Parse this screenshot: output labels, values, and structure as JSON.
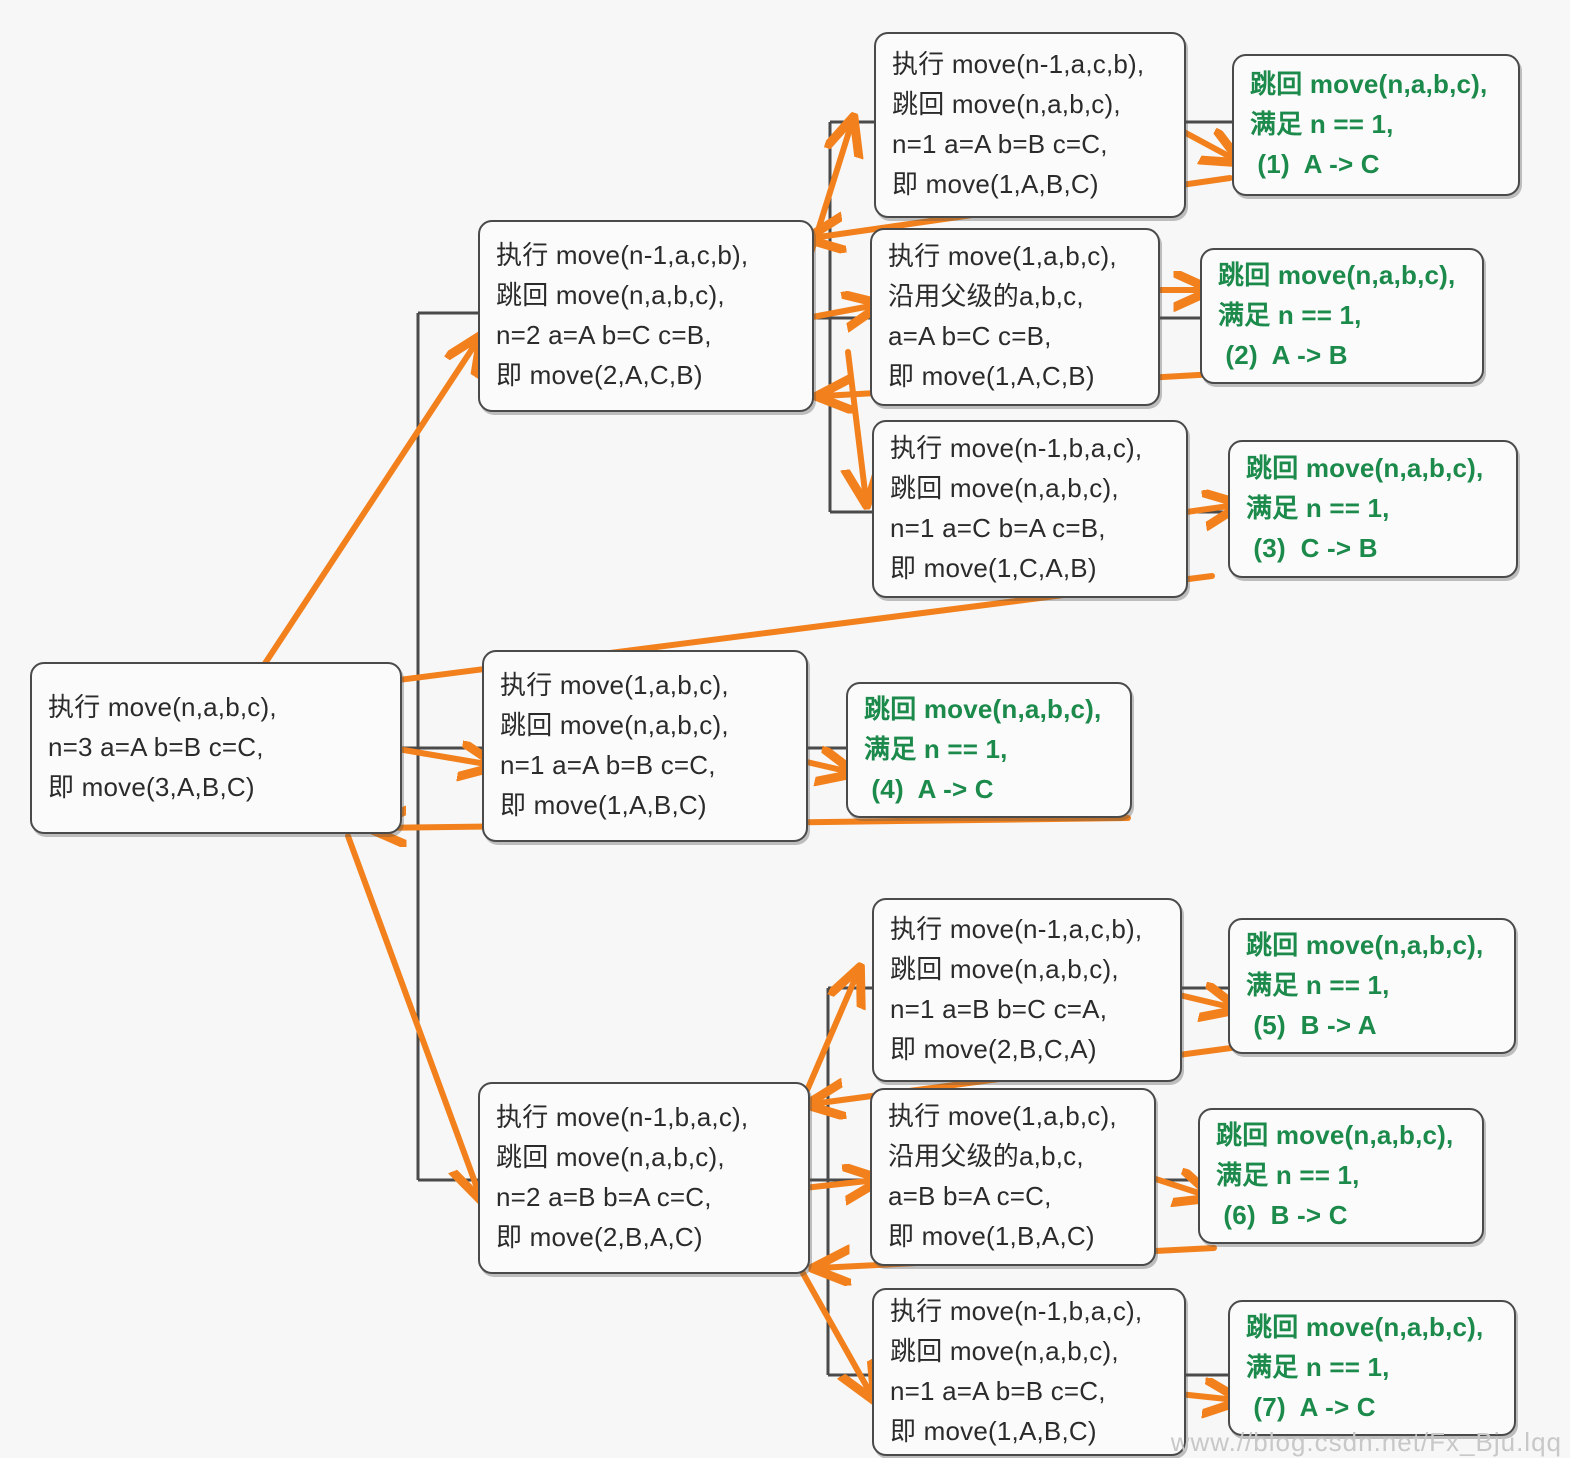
{
  "diagram": {
    "title": "Tower of Hanoi recursion trace (move(3,A,B,C))",
    "colors": {
      "box_border": "#4a4a4a",
      "box_fill": "#fbfbfb",
      "exec_text": "#2b2b2b",
      "return_text": "#1b8a4b",
      "arrow": "#f2811d",
      "connector": "#4a4a4a",
      "background": "#f7f7f7"
    },
    "watermark": "www.//blog.csdn.net/Fx_Bju.lqq"
  },
  "nodes": {
    "root": {
      "id": "root",
      "kind": "exec",
      "lines": [
        "执行 move(n,a,b,c),",
        "n=3 a=A b=B c=C,",
        "即 move(3,A,B,C)"
      ]
    },
    "l2_top": {
      "id": "l2-top",
      "kind": "exec",
      "lines": [
        "执行 move(n-1,a,c,b),",
        "跳回 move(n,a,b,c),",
        "n=2 a=A b=C c=B,",
        "即 move(2,A,C,B)"
      ]
    },
    "l2_mid": {
      "id": "l2-mid",
      "kind": "exec",
      "lines": [
        "执行 move(1,a,b,c),",
        "跳回 move(n,a,b,c),",
        "n=1 a=A b=B c=C,",
        "即 move(1,A,B,C)"
      ]
    },
    "l2_bottom": {
      "id": "l2-bottom",
      "kind": "exec",
      "lines": [
        "执行 move(n-1,b,a,c),",
        "跳回 move(n,a,b,c),",
        "n=2 a=B b=A c=C,",
        "即 move(2,B,A,C)"
      ]
    },
    "l3_1": {
      "id": "l3-1",
      "kind": "exec",
      "lines": [
        "执行 move(n-1,a,c,b),",
        "跳回 move(n,a,b,c),",
        "n=1 a=A b=B c=C,",
        "即 move(1,A,B,C)"
      ]
    },
    "l3_2": {
      "id": "l3-2",
      "kind": "exec",
      "lines": [
        "执行 move(1,a,b,c),",
        "沿用父级的a,b,c,",
        "a=A b=C c=B,",
        "即 move(1,A,C,B)"
      ]
    },
    "l3_3": {
      "id": "l3-3",
      "kind": "exec",
      "lines": [
        "执行 move(n-1,b,a,c),",
        "跳回 move(n,a,b,c),",
        "n=1 a=C b=A c=B,",
        "即 move(1,C,A,B)"
      ]
    },
    "l3_5": {
      "id": "l3-5",
      "kind": "exec",
      "lines": [
        "执行 move(n-1,a,c,b),",
        "跳回 move(n,a,b,c),",
        "n=1 a=B b=C c=A,",
        "即 move(2,B,C,A)"
      ]
    },
    "l3_6": {
      "id": "l3-6",
      "kind": "exec",
      "lines": [
        "执行 move(1,a,b,c),",
        "沿用父级的a,b,c,",
        "a=B b=A c=C,",
        "即 move(1,B,A,C)"
      ]
    },
    "l3_7": {
      "id": "l3-7",
      "kind": "exec",
      "lines": [
        "执行 move(n-1,b,a,c),",
        "跳回 move(n,a,b,c),",
        "n=1 a=A b=B c=C,",
        "即 move(1,A,B,C)"
      ]
    },
    "ret_1": {
      "id": "ret-1",
      "kind": "return",
      "lines": [
        "跳回 move(n,a,b,c),",
        "满足 n == 1,",
        " (1)  A -> C"
      ]
    },
    "ret_2": {
      "id": "ret-2",
      "kind": "return",
      "lines": [
        "跳回 move(n,a,b,c),",
        "满足 n == 1,",
        " (2)  A -> B"
      ]
    },
    "ret_3": {
      "id": "ret-3",
      "kind": "return",
      "lines": [
        "跳回 move(n,a,b,c),",
        "满足 n == 1,",
        " (3)  C -> B"
      ]
    },
    "ret_4": {
      "id": "ret-4",
      "kind": "return",
      "lines": [
        "跳回 move(n,a,b,c),",
        "满足 n == 1,",
        " (4)  A -> C"
      ]
    },
    "ret_5": {
      "id": "ret-5",
      "kind": "return",
      "lines": [
        "跳回 move(n,a,b,c),",
        "满足 n == 1,",
        " (5)  B -> A"
      ]
    },
    "ret_6": {
      "id": "ret-6",
      "kind": "return",
      "lines": [
        "跳回 move(n,a,b,c),",
        "满足 n == 1,",
        " (6)  B -> C"
      ]
    },
    "ret_7": {
      "id": "ret-7",
      "kind": "return",
      "lines": [
        "跳回 move(n,a,b,c),",
        "满足 n == 1,",
        " (7)  A -> C"
      ]
    }
  },
  "move_sequence": [
    {
      "step": 1,
      "from": "A",
      "to": "C"
    },
    {
      "step": 2,
      "from": "A",
      "to": "B"
    },
    {
      "step": 3,
      "from": "C",
      "to": "B"
    },
    {
      "step": 4,
      "from": "A",
      "to": "C"
    },
    {
      "step": 5,
      "from": "B",
      "to": "A"
    },
    {
      "step": 6,
      "from": "B",
      "to": "C"
    },
    {
      "step": 7,
      "from": "A",
      "to": "C"
    }
  ]
}
